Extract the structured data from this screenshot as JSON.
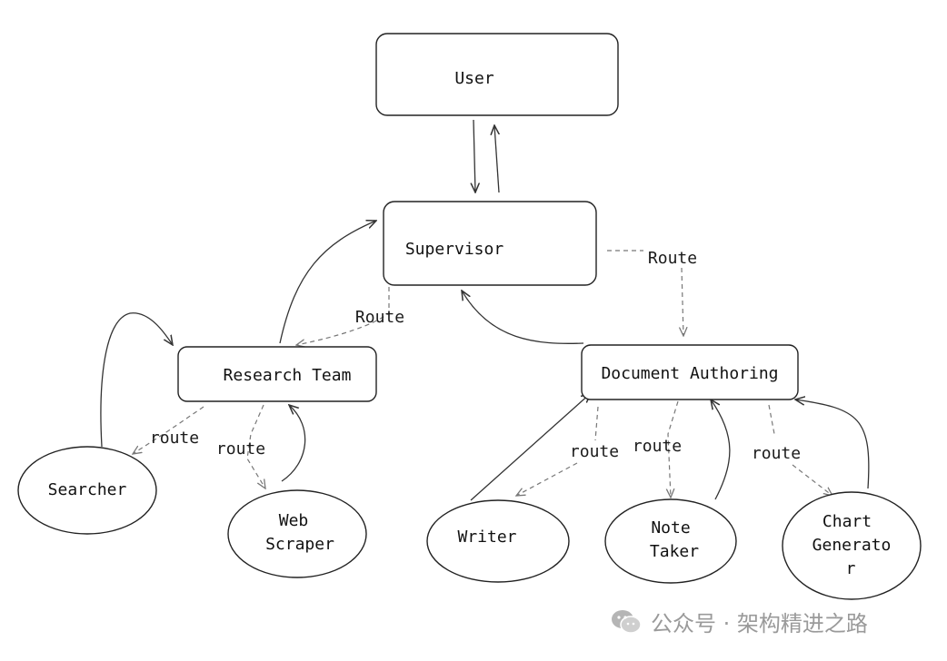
{
  "nodes": {
    "user": "User",
    "supervisor": "Supervisor",
    "research_team": "Research Team",
    "document_authoring": "Document Authoring",
    "searcher": "Searcher",
    "web_scraper": [
      "Web",
      "Scraper"
    ],
    "writer": "Writer",
    "note_taker": [
      "Note",
      "Taker"
    ],
    "chart_generator": [
      "Chart",
      "Generato",
      "r"
    ]
  },
  "edge_labels": {
    "supervisor_to_research": "Route",
    "supervisor_to_document": "Route",
    "research_to_searcher": "route",
    "research_to_scraper": "route",
    "document_to_writer": "route",
    "document_to_note_taker": "route",
    "document_to_chart": "route"
  },
  "watermark": {
    "icon": "wechat-icon",
    "text": "公众号 · 架构精进之路"
  }
}
